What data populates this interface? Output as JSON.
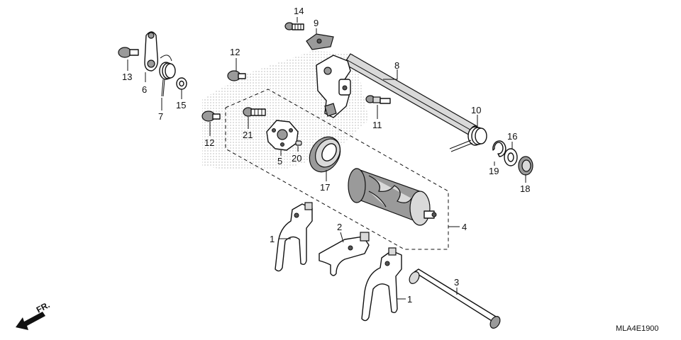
{
  "diagram": {
    "code": "MLA4E1900",
    "direction_label": "FR.",
    "callouts": {
      "fork_a": "1",
      "fork_b": "1",
      "fork_2": "2",
      "fork_shaft": "3",
      "drum": "4",
      "drum_center": "5",
      "stopper_arm": "6",
      "stopper_spring": "7",
      "spindle": "8",
      "plate": "9",
      "return_spring": "10",
      "pin_bolt": "11",
      "bolt_upper": "12",
      "bolt_lower": "12",
      "bolt_13": "13",
      "bolt_14": "14",
      "washer_15": "15",
      "washer_16": "16",
      "bearing": "17",
      "oil_seal": "18",
      "circlip": "19",
      "dowel_pin": "20",
      "bolt_21": "21"
    }
  }
}
